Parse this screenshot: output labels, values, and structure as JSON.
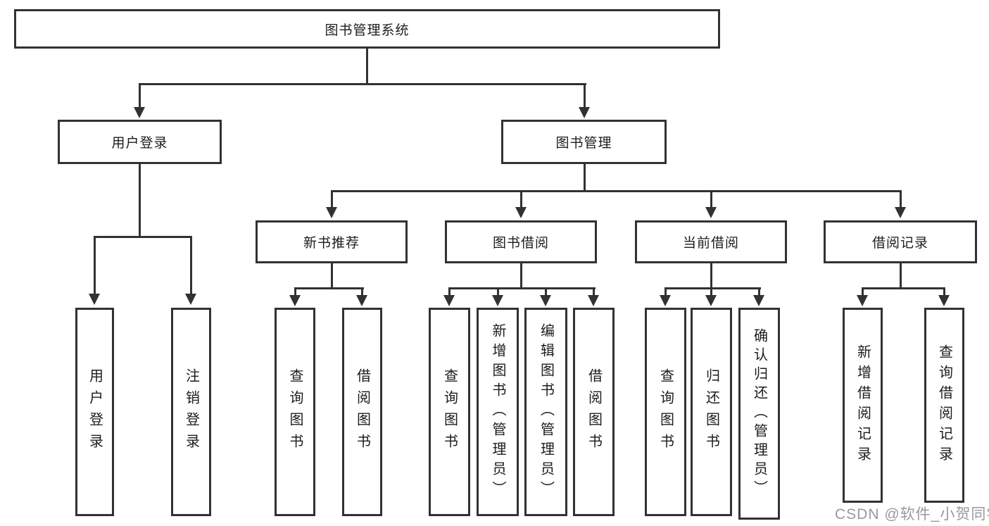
{
  "title": "图书管理系统",
  "level2": [
    {
      "label": "用户登录"
    },
    {
      "label": "图书管理"
    }
  ],
  "level3": [
    {
      "label": "新书推荐"
    },
    {
      "label": "图书借阅"
    },
    {
      "label": "当前借阅"
    },
    {
      "label": "借阅记录"
    }
  ],
  "leaves_user": [
    "用户登录",
    "注销登录"
  ],
  "leaves_recommend": [
    "查询图书",
    "借阅图书"
  ],
  "leaves_borrow": [
    "查询图书",
    "新增图书（管理员）",
    "编辑图书（管理员）",
    "借阅图书"
  ],
  "leaves_current": [
    "查询图书",
    "归还图书",
    "确认归还（管理员）"
  ],
  "leaves_records": [
    "新增借阅记录",
    "查询借阅记录"
  ],
  "watermark": "CSDN @软件_小贺同学",
  "colors": {
    "line": "#323232",
    "text": "#1c1c1c",
    "background": "#ffffff",
    "watermark": "#98999b"
  }
}
